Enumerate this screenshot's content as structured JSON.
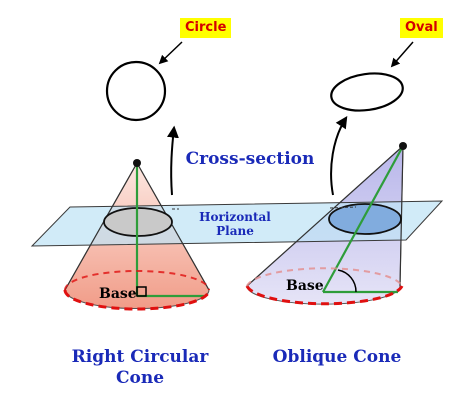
{
  "labels": {
    "circle": "Circle",
    "oval": "Oval",
    "cross_section": "Cross-section",
    "horizontal_plane_line1": "Horizontal",
    "horizontal_plane_line2": "Plane",
    "base_left": "Base",
    "base_right": "Base",
    "right_cone_line1": "Right Circular",
    "right_cone_line2": "Cone",
    "oblique_cone": "Oblique Cone"
  },
  "colors": {
    "label_blue": "#1a2ab8",
    "tag_yellow": "#ffff00",
    "tag_red": "#d40000",
    "right_cone_fill": "#f4b4a4",
    "oblique_cone_fill": "#c6c3ec",
    "plane_fill": "#bfe3f5",
    "base_dash": "#e01010",
    "height_green": "#2e9d3a"
  }
}
